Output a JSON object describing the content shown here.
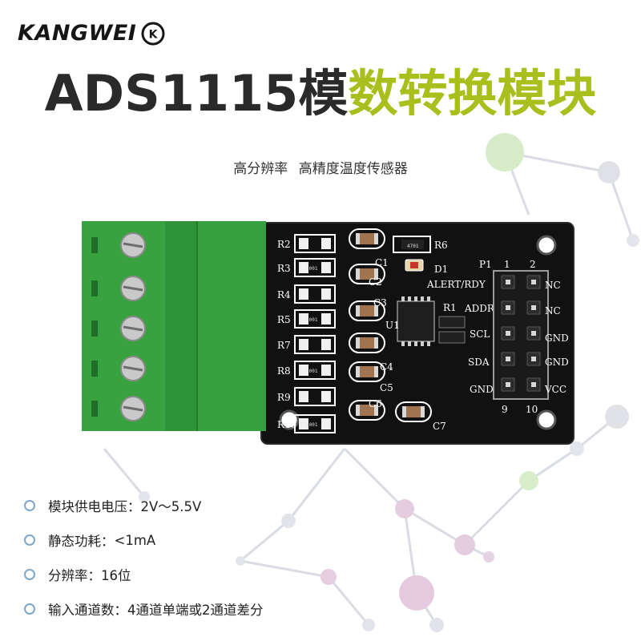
{
  "brand": {
    "name": "KANGWEI",
    "mark": "K"
  },
  "title": {
    "part_black": "ADS1115模",
    "part_green": "数转换模块"
  },
  "subtitle": "高分辨率 高精度温度传感器",
  "board": {
    "resistor_labels": [
      "R2",
      "R3",
      "R4",
      "R5",
      "R7",
      "R8",
      "R9",
      "R10"
    ],
    "cap_labels": [
      "C1",
      "C2",
      "C3",
      "C4",
      "C5",
      "C6",
      "C7"
    ],
    "other_labels": {
      "r6": "R6",
      "d1": "D1",
      "r1": "R1",
      "u1": "U1",
      "p1": "P1",
      "resistor_code": "1001",
      "led_code": "4701"
    },
    "left_pins": [
      "ALERT/RDY",
      "ADDR",
      "SCL",
      "SDA",
      "GND"
    ],
    "right_pins": [
      "NC",
      "NC",
      "GND",
      "GND",
      "VCC"
    ],
    "header_numbers": {
      "top_left": "1",
      "top_right": "2",
      "bottom_left": "9",
      "bottom_right": "10"
    }
  },
  "specs": [
    {
      "label": "模块供电电压：",
      "value": "2V～5.5V"
    },
    {
      "label": "静态功耗：",
      "value": "<1mA"
    },
    {
      "label": "分辨率：",
      "value": "16位"
    },
    {
      "label": "输入通道数：",
      "value": "4通道单端或2通道差分"
    }
  ],
  "colors": {
    "title_green": "#a8bf1e",
    "terminal_green": "#3aa042",
    "pcb_black": "#111111",
    "network_gray": "#c9ccd2",
    "network_green": "#cfe3c2",
    "network_pink": "#e8c6dd"
  },
  "icons": {
    "bullet": "circle-bullet-icon",
    "logo": "kw-logo-icon"
  }
}
